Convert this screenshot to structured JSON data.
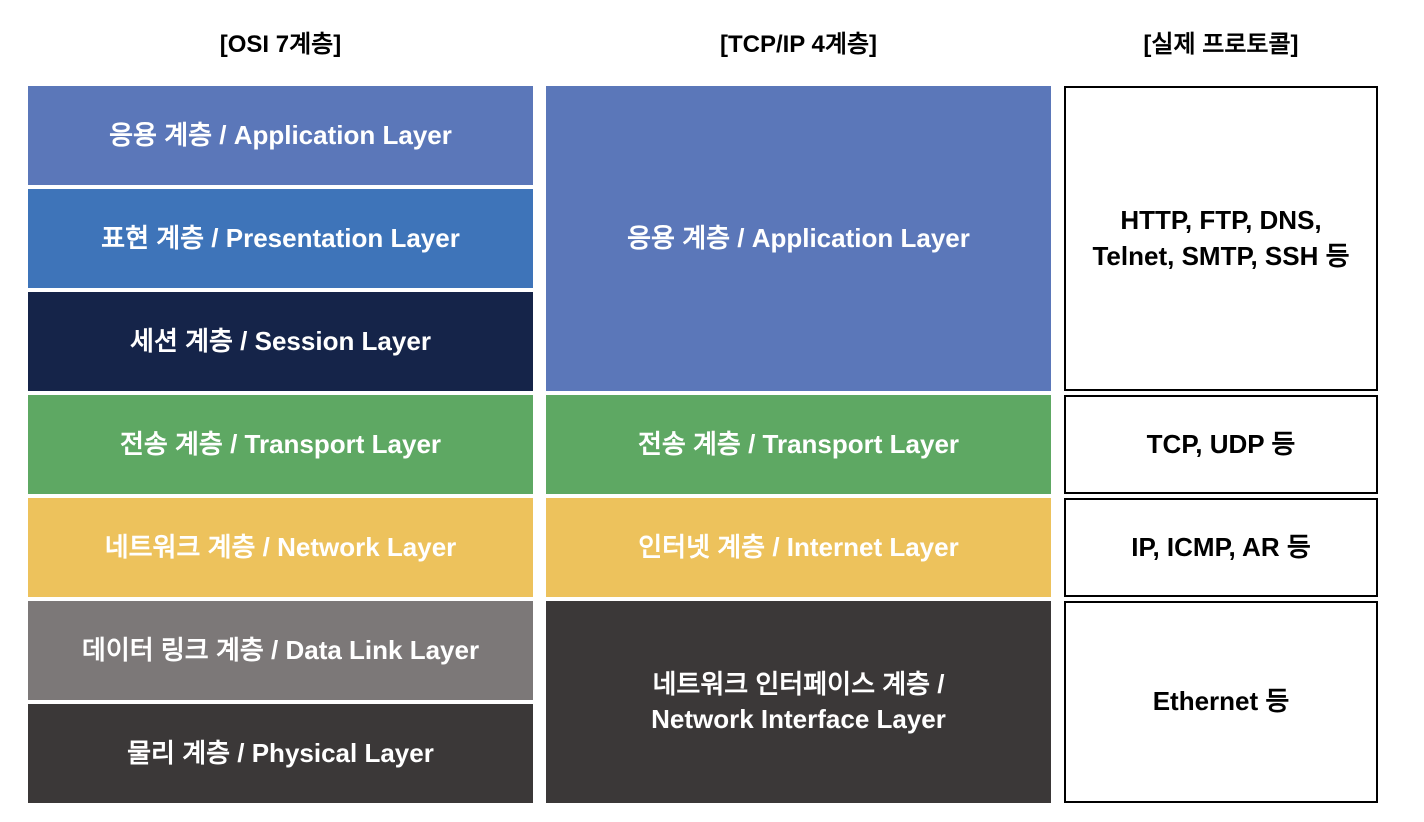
{
  "colors": {
    "application_blue": "#5B77B9",
    "presentation_blue": "#3E74B9",
    "session_navy": "#152449",
    "transport_green": "#5EA863",
    "network_yellow": "#EDC25C",
    "datalink_gray": "#7C7878",
    "dark_charcoal": "#3B3838",
    "box_background": "#FFFFFF",
    "box_border": "#000000",
    "text_on_color": "#FFFFFF",
    "text_on_white": "#000000"
  },
  "headers": {
    "osi": "[OSI 7계층]",
    "tcpip": "[TCP/IP 4계층]",
    "protocols": "[실제 프로토콜]"
  },
  "osi": {
    "layers": [
      {
        "label": "응용 계층 / Application Layer"
      },
      {
        "label": "표현 계층 / Presentation Layer"
      },
      {
        "label": "세션 계층 / Session Layer"
      },
      {
        "label": "전송 계층 / Transport Layer"
      },
      {
        "label": "네트워크 계층 / Network Layer"
      },
      {
        "label": "데이터 링크 계층 / Data Link Layer"
      },
      {
        "label": "물리 계층 / Physical Layer"
      }
    ]
  },
  "tcpip": {
    "layers": [
      {
        "label": "응용 계층 / Application Layer"
      },
      {
        "label": "전송 계층 / Transport Layer"
      },
      {
        "label": "인터넷 계층 / Internet Layer"
      },
      {
        "lines": [
          "네트워크 인터페이스 계층 /",
          "Network Interface Layer"
        ]
      }
    ]
  },
  "protocols": {
    "boxes": [
      {
        "lines": [
          "HTTP, FTP, DNS,",
          "Telnet, SMTP, SSH 등"
        ]
      },
      {
        "label": "TCP, UDP 등"
      },
      {
        "label": "IP, ICMP, AR 등"
      },
      {
        "label": "Ethernet 등"
      }
    ]
  }
}
